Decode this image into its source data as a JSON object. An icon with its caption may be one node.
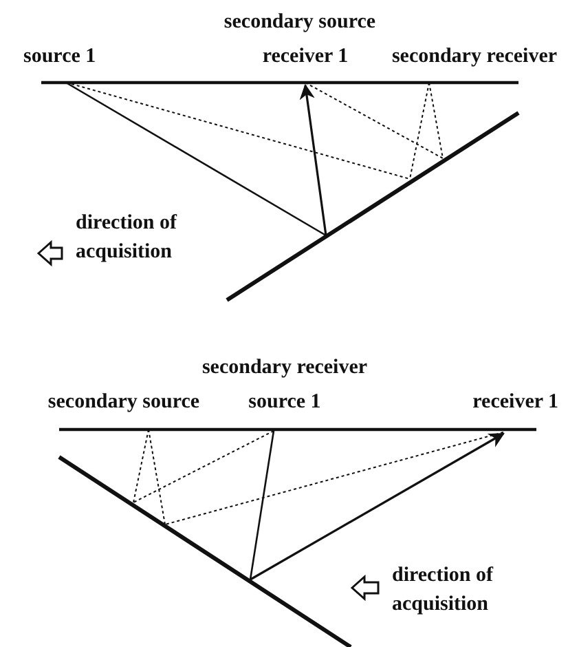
{
  "diagram": {
    "labels": [
      "secondary source",
      "source 1",
      "receiver 1",
      "secondary receiver",
      "direction of acquisition",
      "secondary receiver",
      "secondary source",
      "source 1",
      "receiver 1",
      "direction of acquisition"
    ]
  }
}
